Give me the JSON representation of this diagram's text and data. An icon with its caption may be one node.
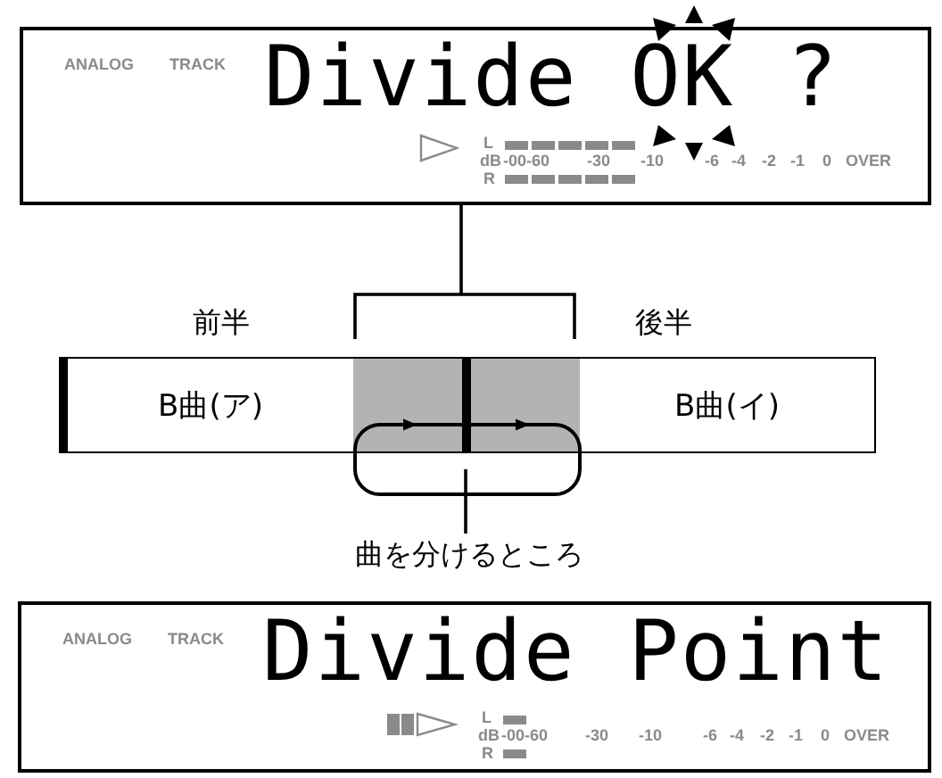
{
  "diagram": {
    "nodes": [
      {
        "text": [
          "ANALOG",
          "TRACK",
          "Divide OK ?",
          "L",
          "dB",
          "R",
          "-00-60 -30 -10 -6 -4 -2 -1 0 OVER"
        ]
      },
      {
        "text": [
          "B曲(ア)"
        ],
        "beside": [
          "前半"
        ]
      },
      {
        "text": [],
        "shape": "box"
      },
      {
        "text": [
          "B曲(イ)"
        ],
        "beside": [
          "後半"
        ]
      },
      {
        "text": [
          "曲を分けるところ"
        ]
      },
      {
        "text": [
          "ANALOG",
          "TRACK",
          "Divide Point",
          "L",
          "dB",
          "R",
          "-00-60 -30 -10 -6 -4 -2 -1 0 OVER"
        ]
      }
    ],
    "edges": [
      {
        "from": 0,
        "to": 2,
        "arrow": "none"
      },
      {
        "from": 4,
        "to": 2,
        "arrow": "none"
      }
    ]
  }
}
